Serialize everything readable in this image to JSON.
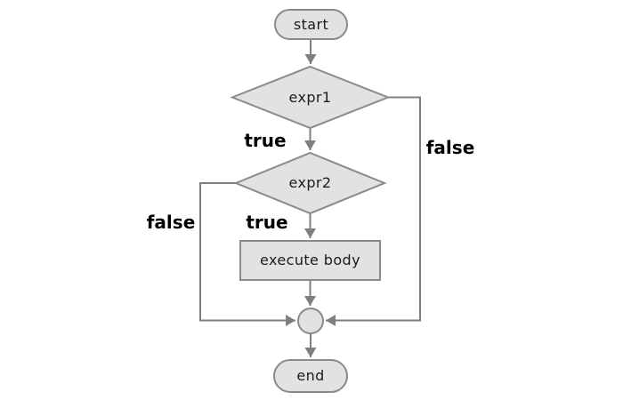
{
  "diagram": {
    "type": "flowchart",
    "colors": {
      "background": "#ffffff",
      "node-fill": "#e2e2e2",
      "node-stroke": "#8a8a8a",
      "edge-line": "#7f7f7f",
      "node-text": "#1c1c1c",
      "branch-text": "#000000"
    },
    "nodes": {
      "start": {
        "label": "start",
        "shape": "rounded-terminator"
      },
      "expr1": {
        "label": "expr1",
        "shape": "diamond-decision"
      },
      "expr2": {
        "label": "expr2",
        "shape": "diamond-decision"
      },
      "execute_body": {
        "label": "execute body",
        "shape": "rectangle-process"
      },
      "junction": {
        "label": "",
        "shape": "circle-connector"
      },
      "end": {
        "label": "end",
        "shape": "rounded-terminator"
      }
    },
    "edges": [
      {
        "from": "start",
        "to": "expr1",
        "label": ""
      },
      {
        "from": "expr1",
        "to": "expr2",
        "label": "true"
      },
      {
        "from": "expr1",
        "to": "junction",
        "label": "false"
      },
      {
        "from": "expr2",
        "to": "execute_body",
        "label": "true"
      },
      {
        "from": "expr2",
        "to": "junction",
        "label": "false"
      },
      {
        "from": "execute_body",
        "to": "junction",
        "label": ""
      },
      {
        "from": "junction",
        "to": "end",
        "label": ""
      }
    ]
  }
}
